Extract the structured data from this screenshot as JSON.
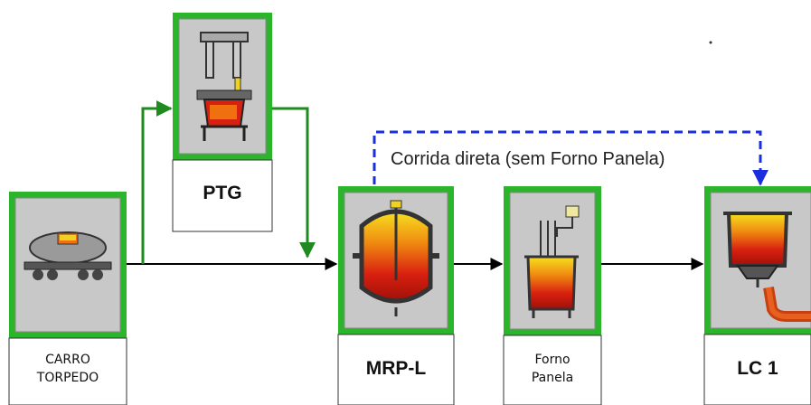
{
  "nodes": [
    {
      "id": "carro",
      "label_line1": "CARRO",
      "label_line2": "TORPEDO"
    },
    {
      "id": "ptg",
      "label": "PTG"
    },
    {
      "id": "mrpl",
      "label": "MRP-L"
    },
    {
      "id": "forno",
      "label_line1": "Forno",
      "label_line2": "Panela"
    },
    {
      "id": "lc1",
      "label": "LC 1"
    }
  ],
  "bypass_note": "Corrida direta (sem Forno Panela)",
  "colors": {
    "green_border": "#22aa22",
    "green_arrow": "#1f8a1f",
    "panel_gray": "#c8c8c8",
    "dashed_blue": "#1a2ee0",
    "molten_red": "#d82010",
    "molten_yellow": "#f0d020"
  },
  "icons": [
    "torpedo-car-icon",
    "ptg-machine-icon",
    "converter-vessel-icon",
    "ladle-furnace-icon",
    "ladle-caster-icon"
  ]
}
